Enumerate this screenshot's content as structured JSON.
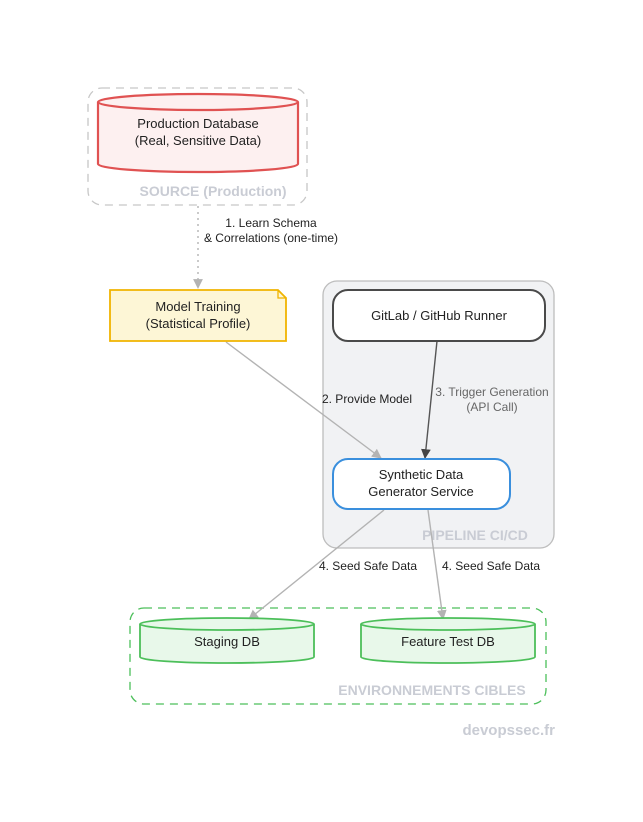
{
  "source_group": {
    "label": "SOURCE (Production)"
  },
  "pipeline_group": {
    "label": "PIPELINE CI/CD"
  },
  "targets_group": {
    "label": "ENVIRONNEMENTS CIBLES"
  },
  "nodes": {
    "prod_db": {
      "line1": "Production Database",
      "line2": "(Real, Sensitive Data)"
    },
    "model_training": {
      "line1": "Model Training",
      "line2": "(Statistical Profile)"
    },
    "runner": {
      "label": "GitLab / GitHub Runner"
    },
    "generator": {
      "line1": "Synthetic Data",
      "line2": "Generator Service"
    },
    "staging_db": {
      "label": "Staging DB"
    },
    "feature_db": {
      "label": "Feature Test DB"
    }
  },
  "edges": {
    "learn": {
      "line1": "1. Learn Schema",
      "line2": "& Correlations (one-time)"
    },
    "provide": {
      "label": "2. Provide Model"
    },
    "trigger": {
      "line1": "3. Trigger Generation",
      "line2": "(API Call)"
    },
    "seed_staging": {
      "label": "4. Seed Safe Data"
    },
    "seed_feature": {
      "label": "4. Seed Safe Data"
    }
  },
  "watermark": "devopssec.fr",
  "colors": {
    "prod_stroke": "#e05252",
    "prod_fill": "#fdf0f0",
    "note_stroke": "#f0b400",
    "note_fill": "#fdf6d6",
    "runner_stroke": "#4a4a4a",
    "generator_stroke": "#3a8fdd",
    "target_stroke": "#4cbf5a",
    "target_fill": "#e8f8ea",
    "group_label": "#c9ccd4"
  }
}
